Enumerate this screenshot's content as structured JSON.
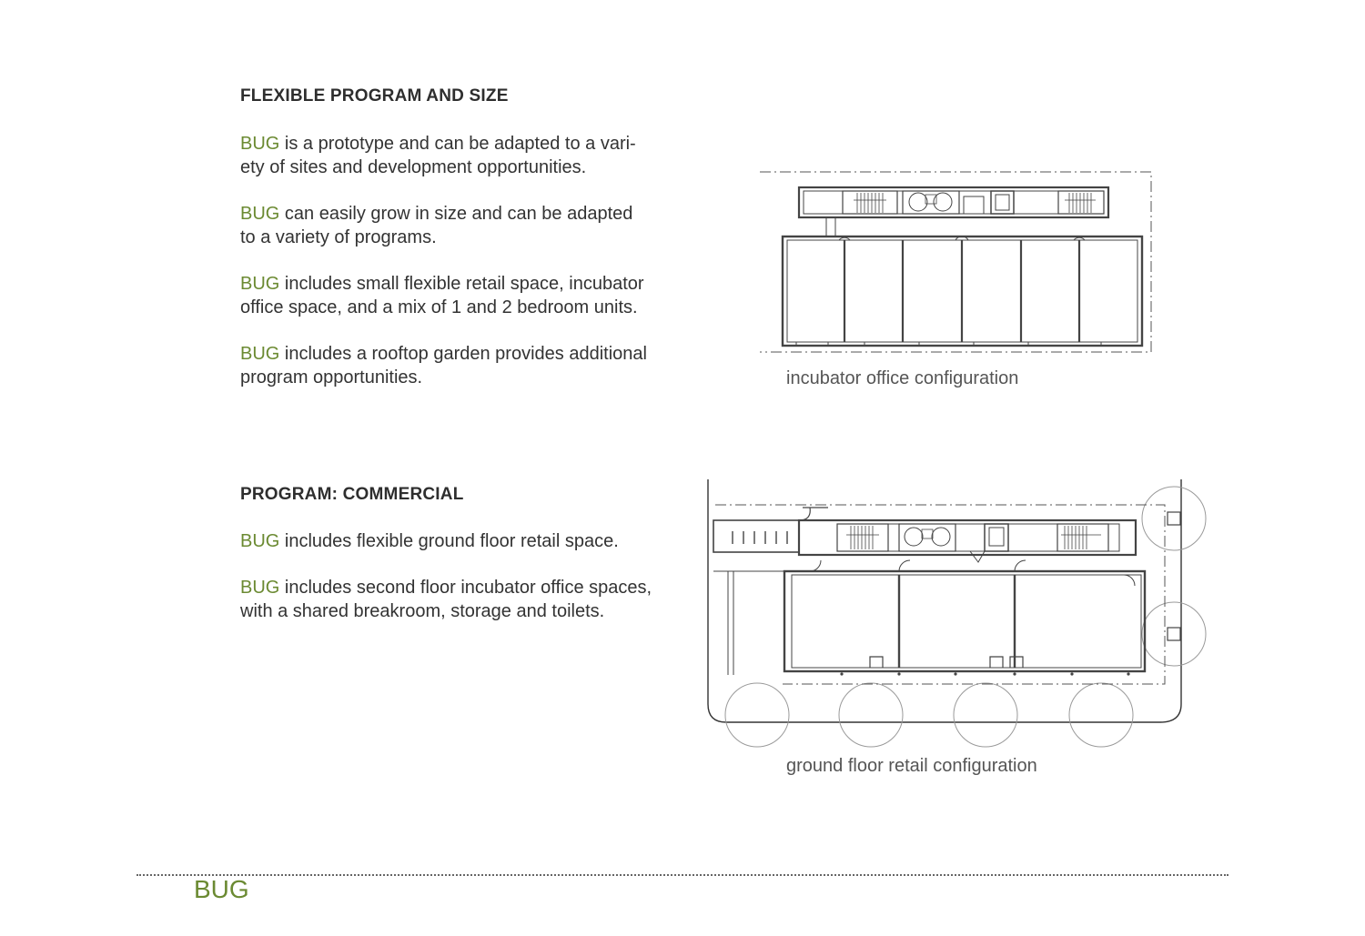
{
  "section1": {
    "heading": "FLEXIBLE PROGRAM AND SIZE",
    "paragraphs": [
      {
        "brand": "BUG",
        "line1": " is a prototype and can be adapted to a vari-",
        "line2": "ety of sites and development opportunities."
      },
      {
        "brand": "BUG",
        "line1": " can easily grow in size and can be adapted",
        "line2": "to a variety of programs."
      },
      {
        "brand": "BUG",
        "line1": " includes small flexible retail space, incubator",
        "line2": "office space, and a mix of 1 and 2 bedroom units."
      },
      {
        "brand": "BUG",
        "line1": " includes a rooftop garden provides additional",
        "line2": "program opportunities."
      }
    ]
  },
  "section2": {
    "heading": "PROGRAM: COMMERCIAL",
    "paragraphs": [
      {
        "brand": "BUG",
        "line1": " includes flexible ground floor retail space.",
        "line2": ""
      },
      {
        "brand": "BUG",
        "line1": " includes second floor incubator office spaces,",
        "line2": "with a shared breakroom, storage and toilets."
      }
    ]
  },
  "figures": {
    "incubator_caption": "incubator office configuration",
    "retail_caption": "ground floor retail configuration"
  },
  "footer": {
    "brand": "BUG"
  },
  "colors": {
    "brand": "#6b8a32",
    "text": "#333333",
    "linework": "#444444"
  }
}
